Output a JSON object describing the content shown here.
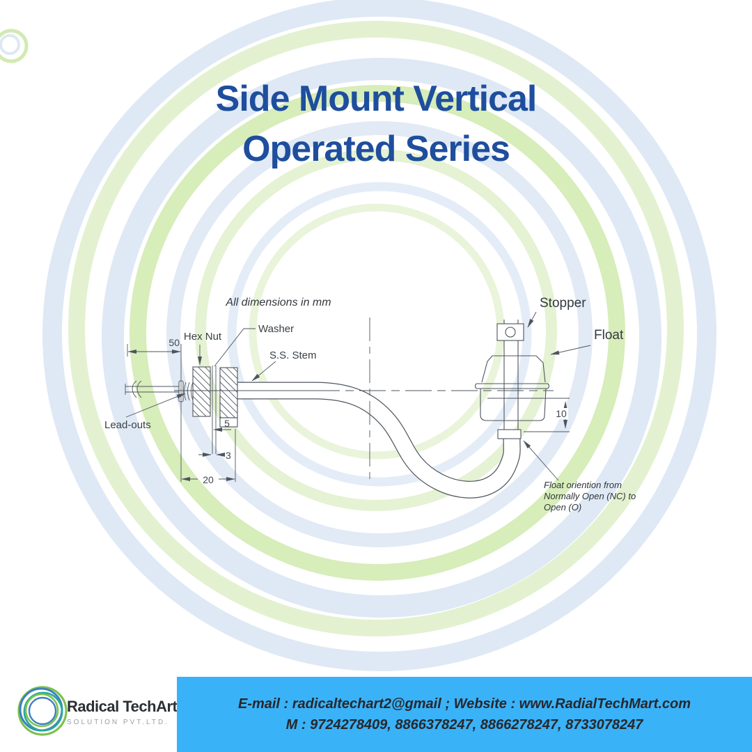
{
  "title": {
    "line1": "Side Mount Vertical",
    "line2": "Operated Series",
    "color": "#1e4e9d"
  },
  "diagram": {
    "units_note": "All dimensions in mm",
    "labels": {
      "washer": "Washer",
      "hex_nut": "Hex Nut",
      "ss_stem": "S.S. Stem",
      "lead_outs": "Lead-outs",
      "stopper": "Stopper",
      "float": "Float"
    },
    "dimensions": {
      "lead_length": "50",
      "mount_width": "20",
      "washer_thickness": "3",
      "plate_step": "5",
      "float_travel": "10"
    },
    "float_note": {
      "line1": "Float oriention from",
      "line2": "Normally Open (NC) to",
      "line3": "Open (O)"
    }
  },
  "footer": {
    "logo": {
      "company": "Radical TechArt",
      "subtitle": "SOLUTION PVT.LTD."
    },
    "contact": {
      "line1": "E-mail : radicaltechart2@gmail ; Website : www.RadialTechMart.com",
      "line2": "M : 9724278409, 8866378247, 8866278247, 8733078247"
    },
    "band_color": "#3ab2f8"
  },
  "colors": {
    "drawing_line": "#4d545c",
    "label_text": "#3a4046",
    "ring_green": "#e0f0cb",
    "ring_green_strong": "#cde8a9",
    "ring_blue": "#d9e5f3",
    "logo_green": "#7cc24f",
    "logo_blue": "#3e7fc1",
    "logo_teal": "#2aa89b"
  }
}
